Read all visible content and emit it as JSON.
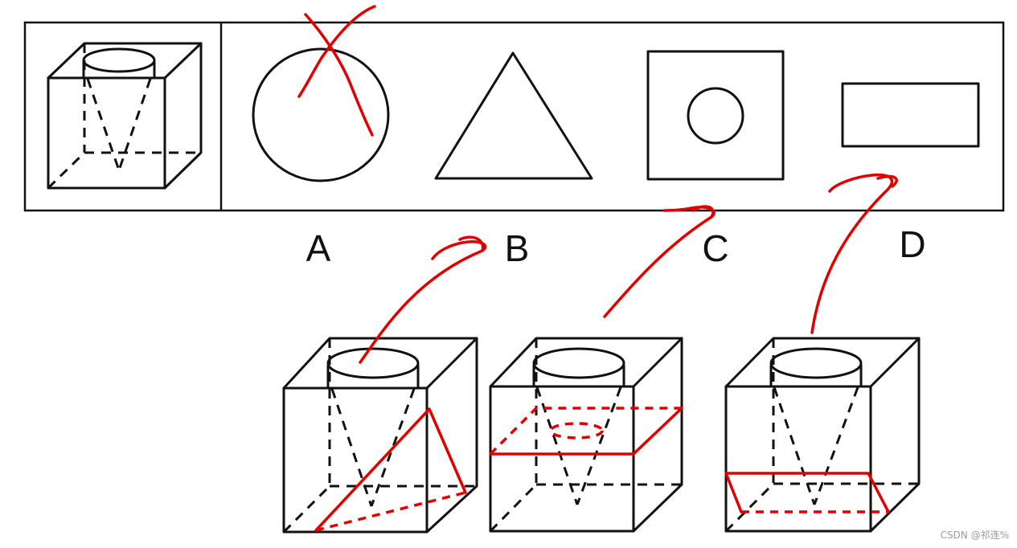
{
  "options": [
    {
      "label": "A",
      "shape": "circle"
    },
    {
      "label": "B",
      "shape": "triangle"
    },
    {
      "label": "C",
      "shape": "square-with-circle"
    },
    {
      "label": "D",
      "shape": "rectangle"
    }
  ],
  "colors": {
    "ink": "#111111",
    "annotation": "#e00000"
  },
  "annotations": {
    "A": "cross-mark",
    "B": "arrow",
    "C": "arrow",
    "D": "arrow"
  },
  "watermark": "CSDN @祁连%"
}
